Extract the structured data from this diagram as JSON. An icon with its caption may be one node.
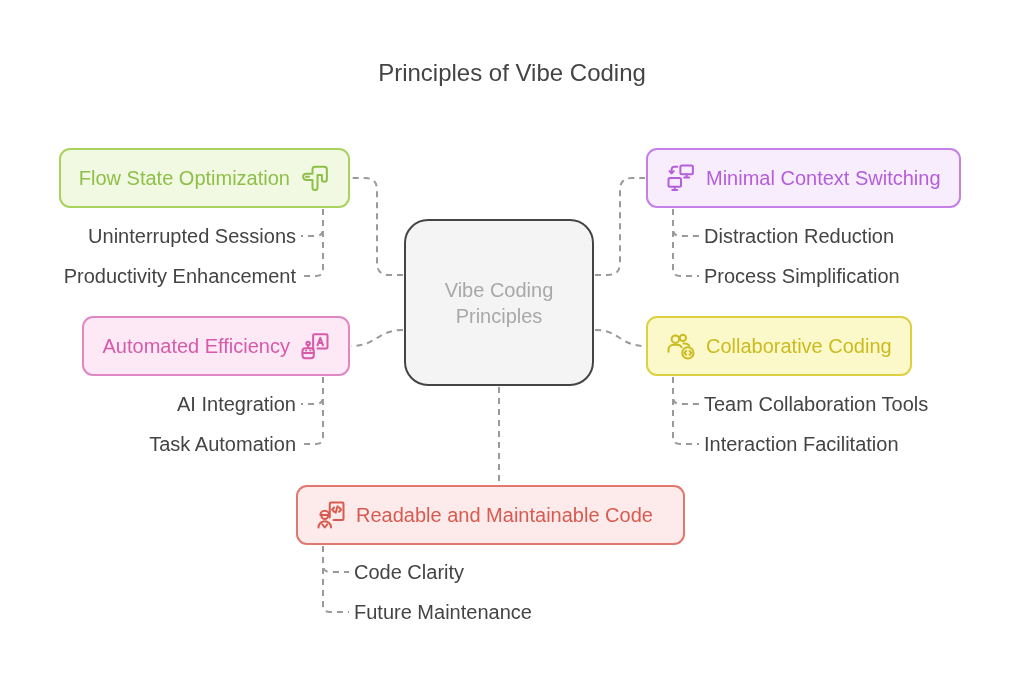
{
  "diagram": {
    "title": "Principles of Vibe Coding",
    "nodes": [
      {
        "text": [
          "Flow State Optimization"
        ]
      },
      {
        "text": [
          "Uninterrupted Sessions"
        ]
      },
      {
        "text": [
          "Productivity Enhancement"
        ]
      },
      {
        "text": [
          "Minimal Context Switching"
        ]
      },
      {
        "text": [
          "Distraction Reduction"
        ]
      },
      {
        "text": [
          "Process Simplification"
        ]
      },
      {
        "text": [
          "Vibe Coding Principles"
        ]
      },
      {
        "text": [
          "Automated Efficiency"
        ]
      },
      {
        "text": [
          "AI Integration"
        ]
      },
      {
        "text": [
          "Task Automation"
        ]
      },
      {
        "text": [
          "Collaborative Coding"
        ]
      },
      {
        "text": [
          "Team Collaboration Tools"
        ]
      },
      {
        "text": [
          "Interaction Facilitation"
        ]
      },
      {
        "text": [
          "Readable and Maintainable Code"
        ]
      },
      {
        "text": [
          "Code Clarity"
        ]
      },
      {
        "text": [
          "Future Maintenance"
        ]
      }
    ],
    "edges": [
      {
        "from": 6,
        "to": 0,
        "arrow": "none",
        "style": "dashed"
      },
      {
        "from": 0,
        "to": 1,
        "arrow": "none",
        "style": "dashed"
      },
      {
        "from": 0,
        "to": 2,
        "arrow": "none",
        "style": "dashed"
      },
      {
        "from": 6,
        "to": 3,
        "arrow": "none",
        "style": "dashed"
      },
      {
        "from": 3,
        "to": 4,
        "arrow": "none",
        "style": "dashed"
      },
      {
        "from": 3,
        "to": 5,
        "arrow": "none",
        "style": "dashed"
      },
      {
        "from": 6,
        "to": 7,
        "arrow": "none",
        "style": "dashed"
      },
      {
        "from": 7,
        "to": 8,
        "arrow": "none",
        "style": "dashed"
      },
      {
        "from": 7,
        "to": 9,
        "arrow": "none",
        "style": "dashed"
      },
      {
        "from": 6,
        "to": 10,
        "arrow": "none",
        "style": "dashed"
      },
      {
        "from": 10,
        "to": 11,
        "arrow": "none",
        "style": "dashed"
      },
      {
        "from": 10,
        "to": 12,
        "arrow": "none",
        "style": "dashed"
      },
      {
        "from": 6,
        "to": 13,
        "arrow": "none",
        "style": "dashed"
      },
      {
        "from": 13,
        "to": 14,
        "arrow": "none",
        "style": "dashed"
      },
      {
        "from": 13,
        "to": 15,
        "arrow": "none",
        "style": "dashed"
      }
    ]
  }
}
